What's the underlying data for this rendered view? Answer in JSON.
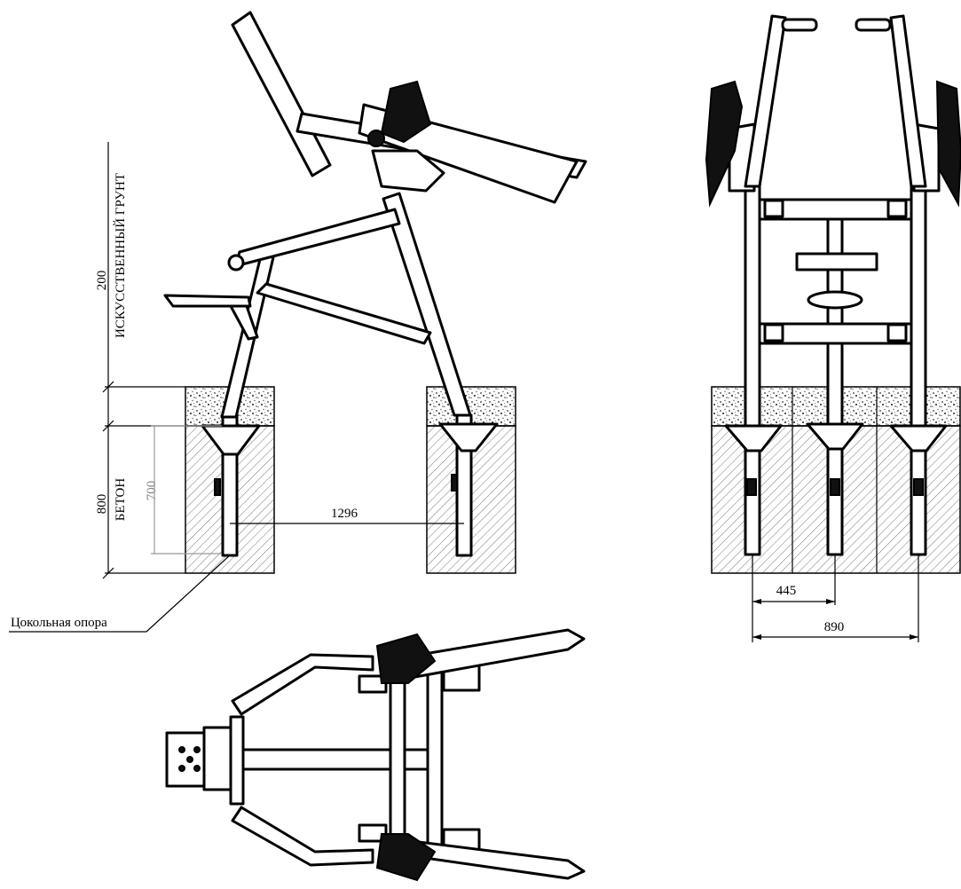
{
  "labels": {
    "soil": "ИСКУССТВЕННЫЙ ГРУНТ",
    "concrete": "БЕТОН",
    "base_support": "Цокольная опора"
  },
  "dimensions": {
    "soil_depth": "200",
    "total_depth": "800",
    "post_depth": "700",
    "post_spacing": "1296",
    "half_width": "445",
    "full_width": "890"
  },
  "colors": {
    "line": "#000000",
    "background": "#ffffff",
    "secondary_dim": "#888888"
  }
}
